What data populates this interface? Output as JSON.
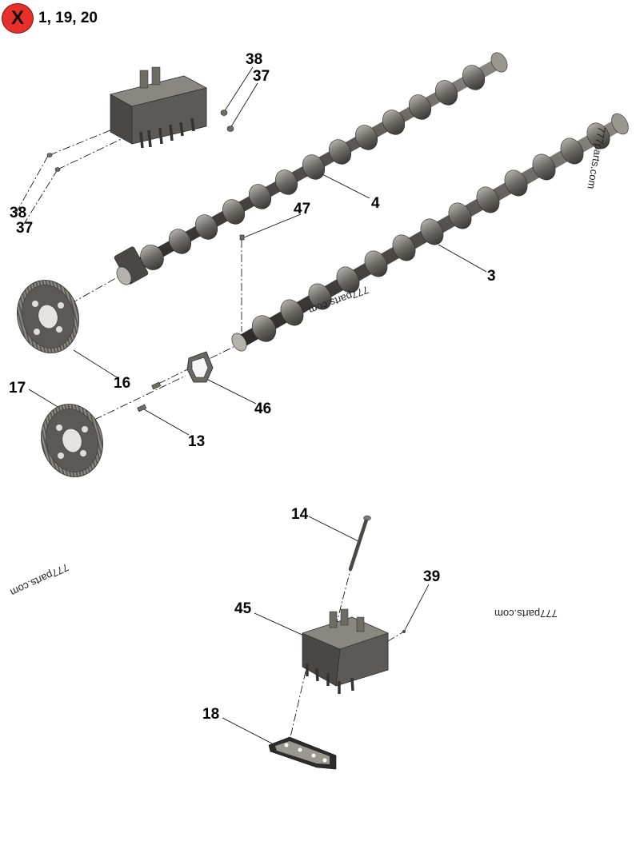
{
  "exclusion": {
    "mark": "X",
    "items": "1, 19, 20"
  },
  "callouts": {
    "c38_top": "38",
    "c37_top": "37",
    "c38_left": "38",
    "c37_left": "37",
    "c4": "4",
    "c47": "47",
    "c3": "3",
    "c16": "16",
    "c17": "17",
    "c46": "46",
    "c13": "13",
    "c14": "14",
    "c39": "39",
    "c45": "45",
    "c18": "18"
  },
  "watermarks": {
    "wm1": "777parts.com",
    "wm2": "777parts.com",
    "wm3": "777parts.com",
    "wm4": "777parts.com"
  },
  "colors": {
    "part_dark": "#3e3d3a",
    "part_mid": "#6f6c66",
    "part_light": "#a8a59f",
    "mark": "#e8302a"
  }
}
